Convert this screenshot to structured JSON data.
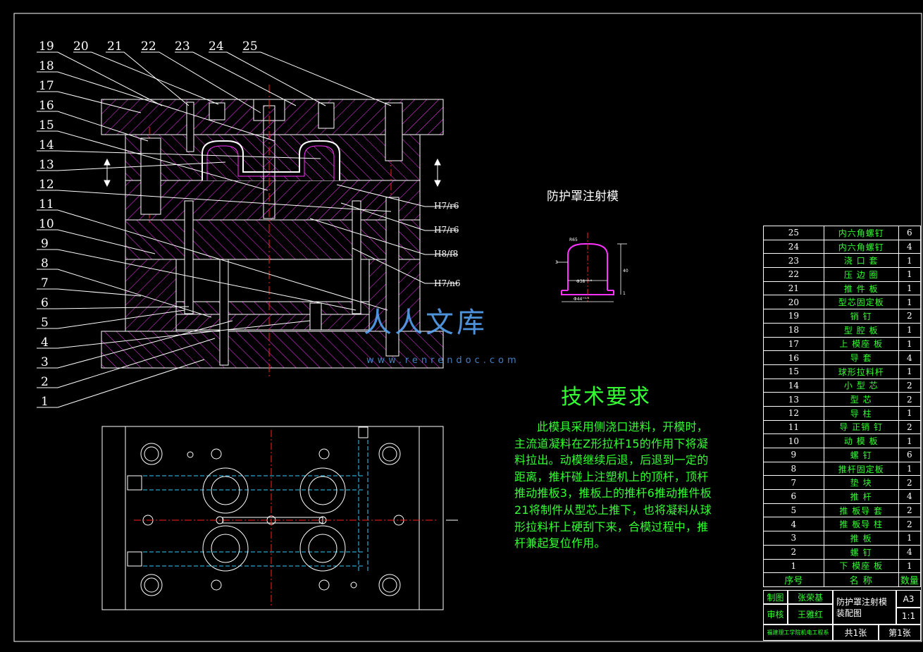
{
  "leaders": [
    "1",
    "2",
    "3",
    "4",
    "5",
    "6",
    "7",
    "8",
    "9",
    "10",
    "11",
    "12",
    "13",
    "14",
    "15",
    "16",
    "17",
    "18",
    "19",
    "20",
    "21",
    "22",
    "23",
    "24",
    "25"
  ],
  "fits": [
    "H7/r6",
    "H7/r6",
    "H8/f8",
    "H7/n6"
  ],
  "part_title": "防护罩注射模",
  "tech": {
    "title": "技术要求",
    "body": "此模具采用侧浇口进料，开模时，主流道凝料在Z形拉杆15的作用下将凝料拉出。动模继续后退，后退到一定的距离，推杆碰上注塑机上的顶杆，顶杆推动推板3，推板上的推杆6推动推件板21将制件从型芯上推下，也将凝料从球形拉料杆上硬刮下来，合模过程中，推杆兼起复位作用。"
  },
  "bom": {
    "rows": [
      {
        "no": "25",
        "name": "内六角螺钉",
        "qty": "6"
      },
      {
        "no": "24",
        "name": "内六角螺钉",
        "qty": "4"
      },
      {
        "no": "23",
        "name": "浇 口 套",
        "qty": "1"
      },
      {
        "no": "22",
        "name": "压 边 圈",
        "qty": "1"
      },
      {
        "no": "21",
        "name": "推 件 板",
        "qty": "1"
      },
      {
        "no": "20",
        "name": "型芯固定板",
        "qty": "1"
      },
      {
        "no": "19",
        "name": "销  钉",
        "qty": "2"
      },
      {
        "no": "18",
        "name": "型 腔 板",
        "qty": "1"
      },
      {
        "no": "17",
        "name": "上 模座 板",
        "qty": "1"
      },
      {
        "no": "16",
        "name": "导  套",
        "qty": "4"
      },
      {
        "no": "15",
        "name": "球形拉料杆",
        "qty": "1"
      },
      {
        "no": "14",
        "name": "小 型 芯",
        "qty": "2"
      },
      {
        "no": "13",
        "name": "型  芯",
        "qty": "2"
      },
      {
        "no": "12",
        "name": "导  柱",
        "qty": "1"
      },
      {
        "no": "11",
        "name": "导 正销 钉",
        "qty": "2"
      },
      {
        "no": "10",
        "name": "动 模 板",
        "qty": "1"
      },
      {
        "no": "9",
        "name": "螺  钉",
        "qty": "6"
      },
      {
        "no": "8",
        "name": "推杆固定板",
        "qty": "1"
      },
      {
        "no": "7",
        "name": "垫  块",
        "qty": "2"
      },
      {
        "no": "6",
        "name": "推  杆",
        "qty": "4"
      },
      {
        "no": "5",
        "name": "推 板导 套",
        "qty": "2"
      },
      {
        "no": "4",
        "name": "推 板导 柱",
        "qty": "2"
      },
      {
        "no": "3",
        "name": "推  板",
        "qty": "1"
      },
      {
        "no": "2",
        "name": "螺  钉",
        "qty": "4"
      },
      {
        "no": "1",
        "name": "下 模座 板",
        "qty": "1"
      }
    ],
    "header": {
      "no": "序号",
      "name": "名  称",
      "qty": "数量"
    }
  },
  "title_block": {
    "drawn_label": "制图",
    "drawn_by": "张荣基",
    "check_label": "审核",
    "checked_by": "王雅红",
    "drawing_name": "防护罩注射模装配图",
    "size": "A3",
    "scale": "1:1",
    "sheets_total": "共1张",
    "sheet_no": "第1张",
    "school": "福建理工学院机电工程系"
  },
  "watermark": {
    "brand": "人人文库",
    "url": "www.renrendoc.com"
  },
  "colors": {
    "hatch": "#ff33ff",
    "line": "#ffffff",
    "green": "#33ff33",
    "red": "#ff2020",
    "cyan": "#33ccff",
    "yellow": "#ffff00"
  }
}
